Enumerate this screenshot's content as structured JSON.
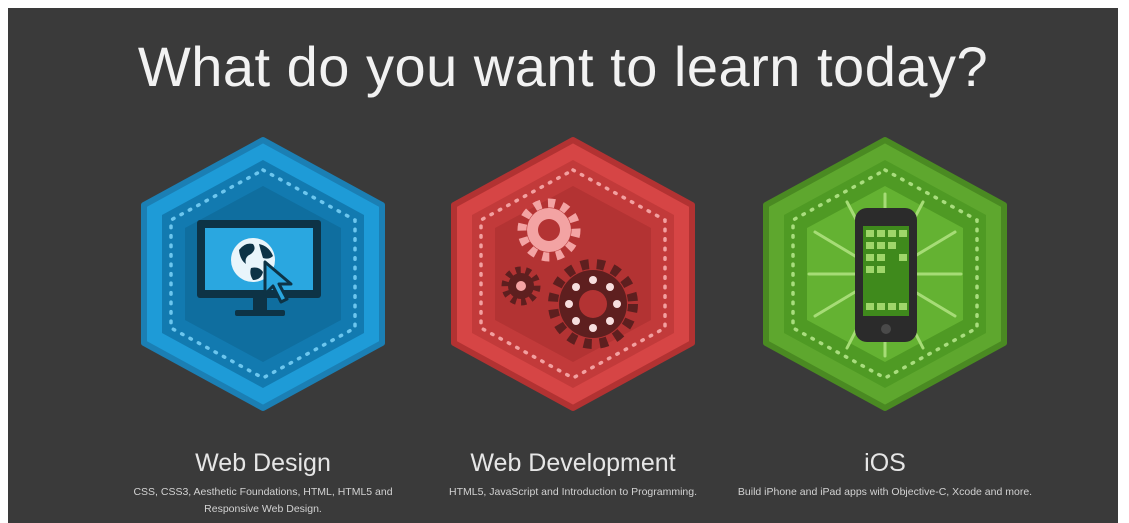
{
  "page": {
    "headline": "What do you want to learn today?"
  },
  "tracks": [
    {
      "title": "Web Design",
      "description": "CSS, CSS3, Aesthetic Foundations, HTML, HTML5 and Responsive Web Design.",
      "icon": "web-design-badge-icon",
      "color": "#1e9bd7"
    },
    {
      "title": "Web Development",
      "description": "HTML5, JavaScript and Introduction to Programming.",
      "icon": "web-development-badge-icon",
      "color": "#d64545"
    },
    {
      "title": "iOS",
      "description": "Build iPhone and iPad apps with Objective-C, Xcode and more.",
      "icon": "ios-badge-icon",
      "color": "#5ea72e"
    }
  ]
}
